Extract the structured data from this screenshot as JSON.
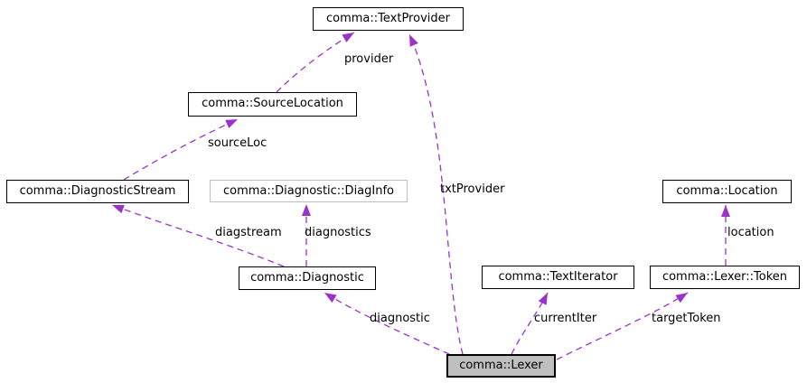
{
  "diagram": {
    "type": "collaboration-graph",
    "nodes": [
      {
        "id": "text-provider",
        "label": "comma::TextProvider",
        "highlighted": false
      },
      {
        "id": "source-location",
        "label": "comma::SourceLocation",
        "highlighted": false
      },
      {
        "id": "diagnostic-stream",
        "label": "comma::DiagnosticStream",
        "highlighted": false
      },
      {
        "id": "diag-info",
        "label": "comma::Diagnostic::DiagInfo",
        "highlighted": false
      },
      {
        "id": "location",
        "label": "comma::Location",
        "highlighted": false
      },
      {
        "id": "diagnostic",
        "label": "comma::Diagnostic",
        "highlighted": false
      },
      {
        "id": "text-iterator",
        "label": "comma::TextIterator",
        "highlighted": false
      },
      {
        "id": "lexer-token",
        "label": "comma::Lexer::Token",
        "highlighted": false
      },
      {
        "id": "lexer",
        "label": "comma::Lexer",
        "highlighted": true
      }
    ],
    "edges": [
      {
        "label": "provider",
        "from": "comma::SourceLocation",
        "to": "comma::TextProvider"
      },
      {
        "label": "txtProvider",
        "from": "comma::Lexer",
        "to": "comma::TextProvider"
      },
      {
        "label": "sourceLoc",
        "from": "comma::DiagnosticStream",
        "to": "comma::SourceLocation"
      },
      {
        "label": "diagstream",
        "from": "comma::Diagnostic",
        "to": "comma::DiagnosticStream"
      },
      {
        "label": "diagnostics",
        "from": "comma::Diagnostic",
        "to": "comma::Diagnostic::DiagInfo"
      },
      {
        "label": "location",
        "from": "comma::Lexer::Token",
        "to": "comma::Location"
      },
      {
        "label": "diagnostic",
        "from": "comma::Lexer",
        "to": "comma::Diagnostic"
      },
      {
        "label": "currentIter",
        "from": "comma::Lexer",
        "to": "comma::TextIterator"
      },
      {
        "label": "targetToken",
        "from": "comma::Lexer",
        "to": "comma::Lexer::Token"
      }
    ],
    "colors": {
      "edge": "#9a32cd",
      "node_border": "#000000",
      "node_background": "#ffffff",
      "highlight_background": "#bfbfbf",
      "undocumented_border": "#bfbfbf",
      "text": "#000000",
      "background": "#ffffff"
    }
  }
}
